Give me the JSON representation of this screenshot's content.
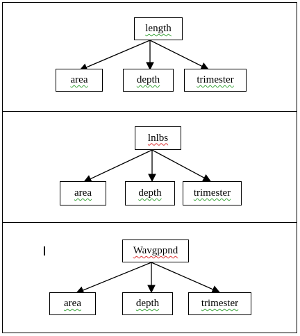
{
  "trees": [
    {
      "root": "length",
      "children": [
        "area",
        "depth",
        "trimester"
      ]
    },
    {
      "root": "lnlbs",
      "children": [
        "area",
        "depth",
        "trimester"
      ]
    },
    {
      "root": "Wavgppnd",
      "children": [
        "area",
        "depth",
        "trimester"
      ]
    }
  ],
  "colors": {
    "stroke": "#000000",
    "spell_underline": "#39a339",
    "spell_error": "#d33333"
  }
}
